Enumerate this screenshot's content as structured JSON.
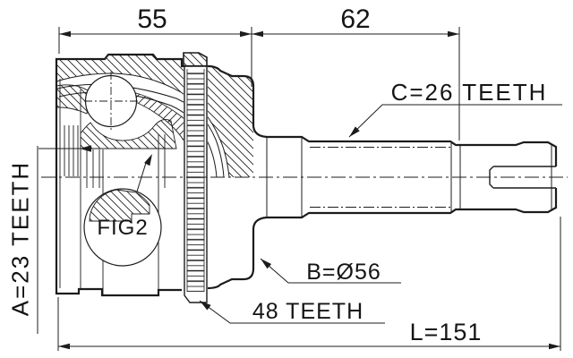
{
  "drawing": {
    "background": "#ffffff",
    "line_color": "#1c1c1c",
    "dimensions": {
      "housing_width": "55",
      "spline_to_housing": "62",
      "overall_length": "L=151",
      "outer_diameter": "B=Ø56"
    },
    "spline_labels": {
      "inner_spline": "A=23 TEETH",
      "shaft_spline": "C=26 TEETH",
      "abs_ring": "48 TEETH"
    },
    "detail_reference": "FIG2"
  }
}
